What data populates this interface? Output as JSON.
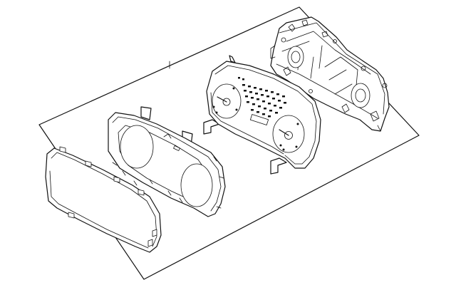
{
  "diagram": {
    "kind": "exploded parts illustration",
    "parts": [
      {
        "name": "lens"
      },
      {
        "name": "bezel"
      },
      {
        "name": "gauge-face"
      },
      {
        "name": "rear-housing"
      }
    ],
    "stroke_color": "#111111",
    "fill_color": "#ffffff"
  }
}
